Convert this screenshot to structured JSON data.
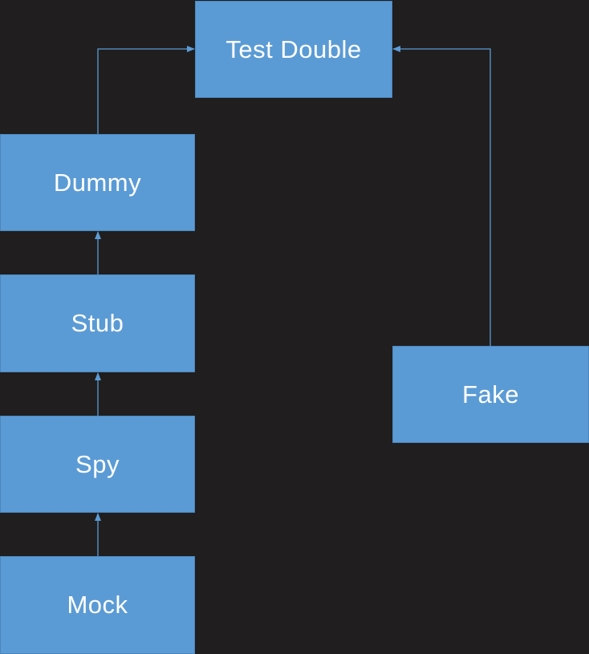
{
  "colors": {
    "background": "#201e1e",
    "node_fill": "#5b9bd5",
    "connector": "#5b9bd5",
    "text": "#ffffff"
  },
  "nodes": {
    "test_double": "Test Double",
    "dummy": "Dummy",
    "stub": "Stub",
    "spy": "Spy",
    "mock": "Mock",
    "fake": "Fake"
  },
  "edges": [
    {
      "from": "dummy",
      "to": "test_double"
    },
    {
      "from": "stub",
      "to": "dummy"
    },
    {
      "from": "spy",
      "to": "stub"
    },
    {
      "from": "mock",
      "to": "spy"
    },
    {
      "from": "fake",
      "to": "test_double"
    }
  ]
}
